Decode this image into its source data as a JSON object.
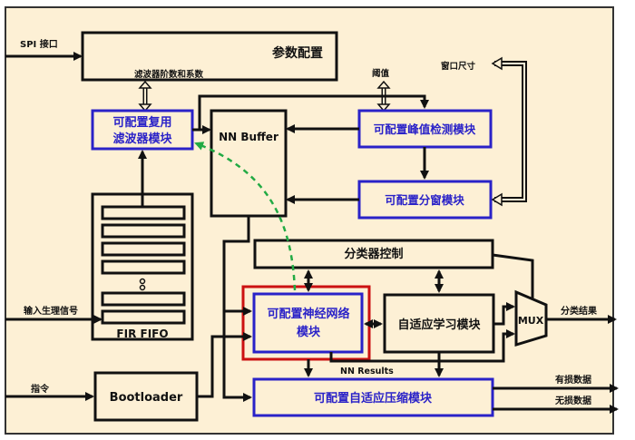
{
  "colors": {
    "background": "#fdf0d5",
    "line": "#111111",
    "module_border": "#2a22c8",
    "highlight_border": "#cc1111",
    "dashed_arrow": "#22aa44"
  },
  "blocks": {
    "param_config": "参数配置",
    "filter_module_line1": "可配置复用",
    "filter_module_line2": "滤波器模块",
    "nn_buffer": "NN Buffer",
    "peak_detect": "可配置峰值检测模块",
    "window_module": "可配置分窗模块",
    "fir_fifo": "FIR FIFO",
    "fifo_ellipsis": "⁝",
    "classifier_ctrl": "分类器控制",
    "nn_module_line1": "可配置神经网络",
    "nn_module_line2": "模块",
    "adaptive_learning": "自适应学习模块",
    "mux": "MUX",
    "bootloader": "Bootloader",
    "compression": "可配置自适应压缩模块"
  },
  "labels": {
    "spi": "SPI 接口",
    "filter_order": "滤波器阶数和系数",
    "threshold": "阈值",
    "window_size": "窗口尺寸",
    "input_signal": "输入生理信号",
    "command": "指令",
    "nn_results": "NN Results",
    "class_result": "分类结果",
    "lossy_data": "有损数据",
    "lossless_data": "无损数据"
  }
}
